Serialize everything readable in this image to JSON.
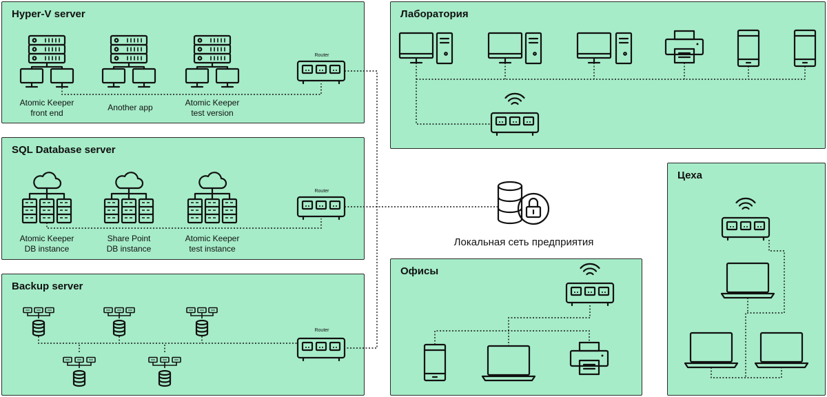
{
  "panels": {
    "hyperv": {
      "title": "Hyper-V server"
    },
    "sql": {
      "title": "SQL Database server"
    },
    "backup": {
      "title": "Backup server"
    },
    "lab": {
      "title": "Лаборатория"
    },
    "offices": {
      "title": "Офисы"
    },
    "workshops": {
      "title": "Цеха"
    }
  },
  "hyperv_items": [
    {
      "line1": "Atomic Keeper",
      "line2": "front end"
    },
    {
      "line1": "Another app",
      "line2": ""
    },
    {
      "line1": "Atomic Keeper",
      "line2": "test version"
    }
  ],
  "sql_items": [
    {
      "line1": "Atomic Keeper",
      "line2": "DB instance"
    },
    {
      "line1": "Share Point",
      "line2": "DB instance"
    },
    {
      "line1": "Atomic Keeper",
      "line2": "test instance"
    }
  ],
  "router_label": "Router",
  "central": {
    "label": "Локальная сеть предприятия",
    "icon": "secure-database-icon"
  },
  "colors": {
    "panel_bg": "#a6ecc8",
    "stroke": "#111111"
  }
}
